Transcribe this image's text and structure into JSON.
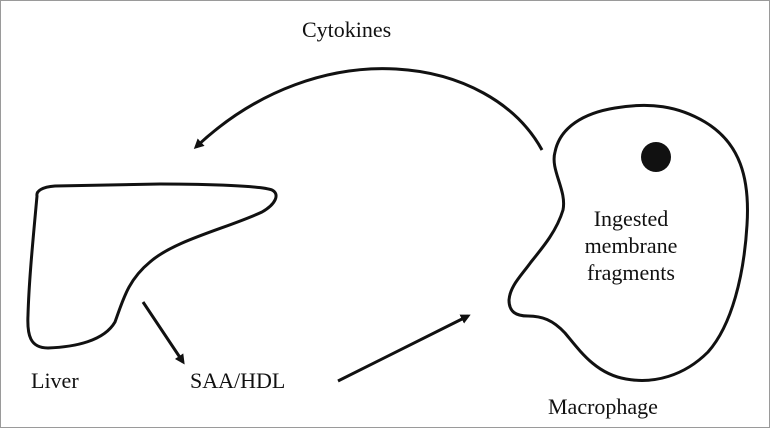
{
  "diagram": {
    "labels": {
      "cytokines": "Cytokines",
      "liver": "Liver",
      "saa_hdl": "SAA/HDL",
      "macrophage": "Macrophage",
      "ingested": [
        "Ingested",
        "membrane",
        "fragments"
      ]
    },
    "edges": [
      {
        "from": "Macrophage",
        "to": "Liver",
        "label": "Cytokines"
      },
      {
        "from": "Liver",
        "to": "SAA/HDL"
      },
      {
        "from": "SAA/HDL",
        "to": "Macrophage"
      }
    ],
    "colors": {
      "stroke": "#111111",
      "background": "#ffffff",
      "frame": "#9a9a9a"
    }
  }
}
